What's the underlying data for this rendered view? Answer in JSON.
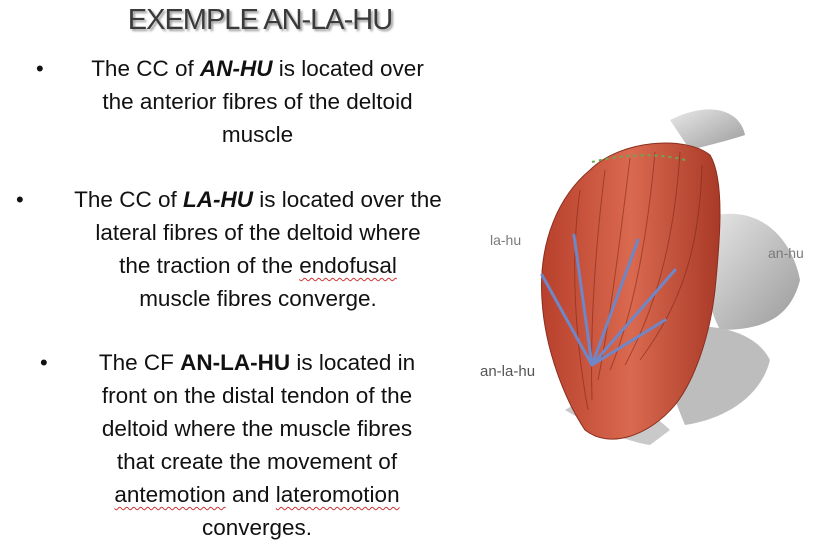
{
  "title": "EXEMPLE AN-LA-HU",
  "bullets": [
    {
      "pre": "The CC of ",
      "strong": "AN-HU",
      "post1": " is located over",
      "line2": "the anterior fibres of the deltoid",
      "line3": "muscle"
    },
    {
      "pre": "The CC of ",
      "strong": "LA-HU",
      "post1": " is located over the",
      "line2": "lateral fibres of the deltoid where",
      "line3a": "the traction of the ",
      "line3u": "endofusal",
      "line4": "muscle fibres converge."
    },
    {
      "pre": "The CF ",
      "strong": "AN-LA-HU",
      "post1": "  is located  in",
      "line2": "front on the distal tendon of the",
      "line3": "deltoid where the muscle fibres",
      "line4": "that create the movement of",
      "line5u1": "antemotion",
      "line5mid": " and ",
      "line5u2": "lateromotion",
      "line6": "converges."
    }
  ],
  "figure": {
    "label_lateral": "la-hu",
    "label_anterior": "an-hu",
    "label_convergence": "an-la-hu",
    "muscle_color": "#c9503a",
    "arrow_color": "#6f86c7"
  }
}
